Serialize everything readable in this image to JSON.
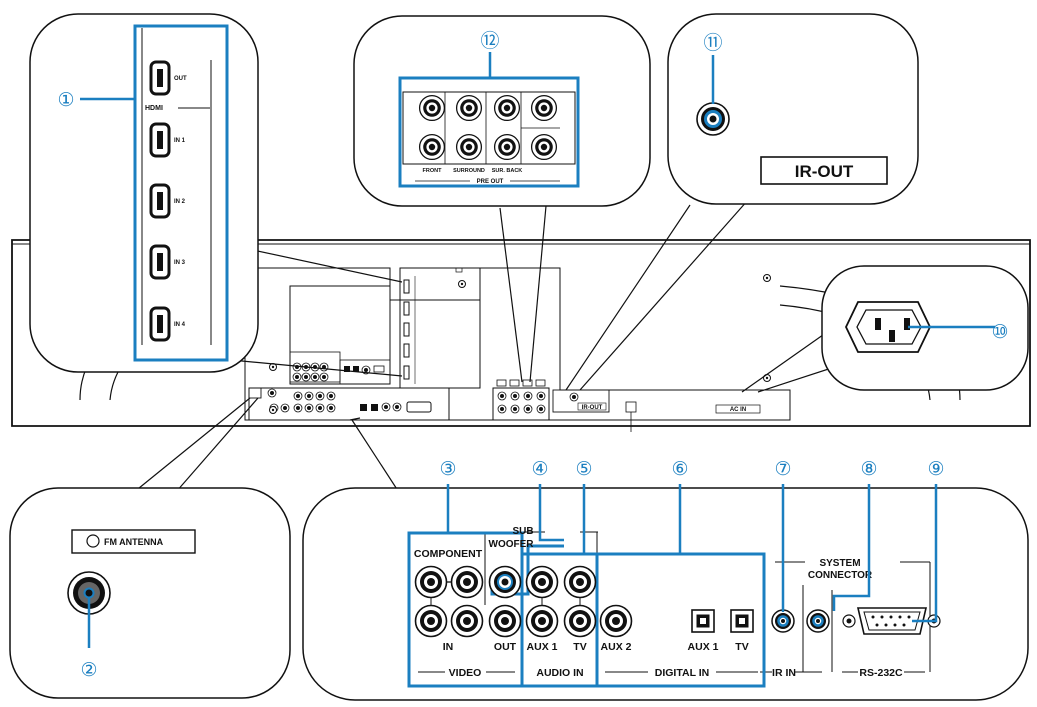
{
  "callouts": [
    {
      "number": "①",
      "target": "hdmi-ports"
    },
    {
      "number": "②",
      "target": "fm-antenna-jack"
    },
    {
      "number": "③",
      "target": "component-video-jacks"
    },
    {
      "number": "④",
      "target": "subwoofer-out-jack"
    },
    {
      "number": "⑤",
      "target": "audio-in-jacks"
    },
    {
      "number": "⑥",
      "target": "digital-in-jacks"
    },
    {
      "number": "⑦",
      "target": "ir-in-jack"
    },
    {
      "number": "⑧",
      "target": "system-connector-jack"
    },
    {
      "number": "⑨",
      "target": "rs232c-port"
    },
    {
      "number": "⑩",
      "target": "ac-inlet"
    },
    {
      "number": "⑪",
      "target": "ir-out-jack"
    },
    {
      "number": "⑫",
      "target": "pre-out-jacks"
    }
  ],
  "hdmi": {
    "group_label": "HDMI",
    "out": "OUT",
    "in1": "IN 1",
    "in2": "IN 2",
    "in3": "IN 3",
    "in4": "IN 4"
  },
  "pre_out": {
    "front": "FRONT",
    "surround": "SURROUND",
    "sur_back": "SUR. BACK",
    "group_label": "PRE OUT"
  },
  "ir_out": {
    "label": "IR-OUT"
  },
  "fm": {
    "label": "FM ANTENNA"
  },
  "bottom_panel": {
    "sub": "SUB",
    "woofer": "WOOFER",
    "component": "COMPONENT",
    "in": "IN",
    "out": "OUT",
    "aux1": "AUX 1",
    "tv": "TV",
    "aux2": "AUX 2",
    "digital_aux1": "AUX 1",
    "digital_tv": "TV",
    "system_line1": "SYSTEM",
    "system_line2": "CONNECTOR",
    "video": "VIDEO",
    "audio_in": "AUDIO IN",
    "digital_in": "DIGITAL IN",
    "ir_in": "IR IN",
    "rs232c": "RS-232C"
  },
  "rear": {
    "ac_in": "AC IN",
    "ir_out_small": "IR-OUT"
  },
  "colors": {
    "callout": "#1b7fc0",
    "line": "#1a1a1a",
    "panel": "#ffffff"
  }
}
